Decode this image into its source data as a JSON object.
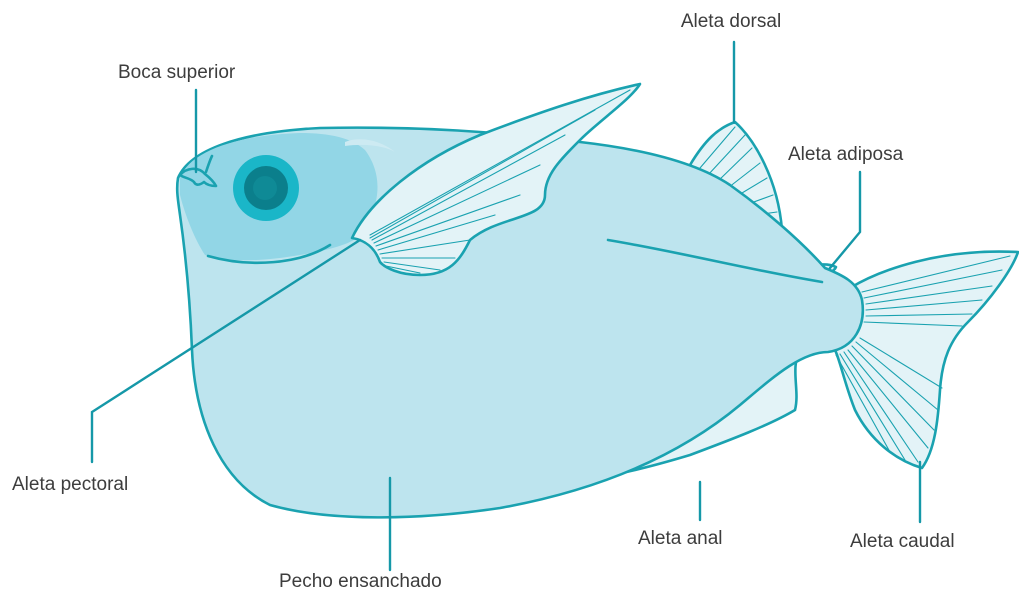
{
  "labels": {
    "dorsal_fin": "Aleta dorsal",
    "upper_mouth": "Boca superior",
    "adipose_fin": "Aleta adiposa",
    "pectoral_fin": "Aleta pectoral",
    "anal_fin": "Aleta anal",
    "caudal_fin": "Aleta caudal",
    "chest": "Pecho ensanchado"
  },
  "colors": {
    "body_fill": "#bde4ee",
    "head_fill": "#92d6e6",
    "fin_fill": "#e3f3f7",
    "outline": "#1aa2b0",
    "leader_line": "#1598a8",
    "eye_outer": "#1ab6c8",
    "eye_pupil": "#0f8a96",
    "label_text": "#3d3d3d"
  }
}
